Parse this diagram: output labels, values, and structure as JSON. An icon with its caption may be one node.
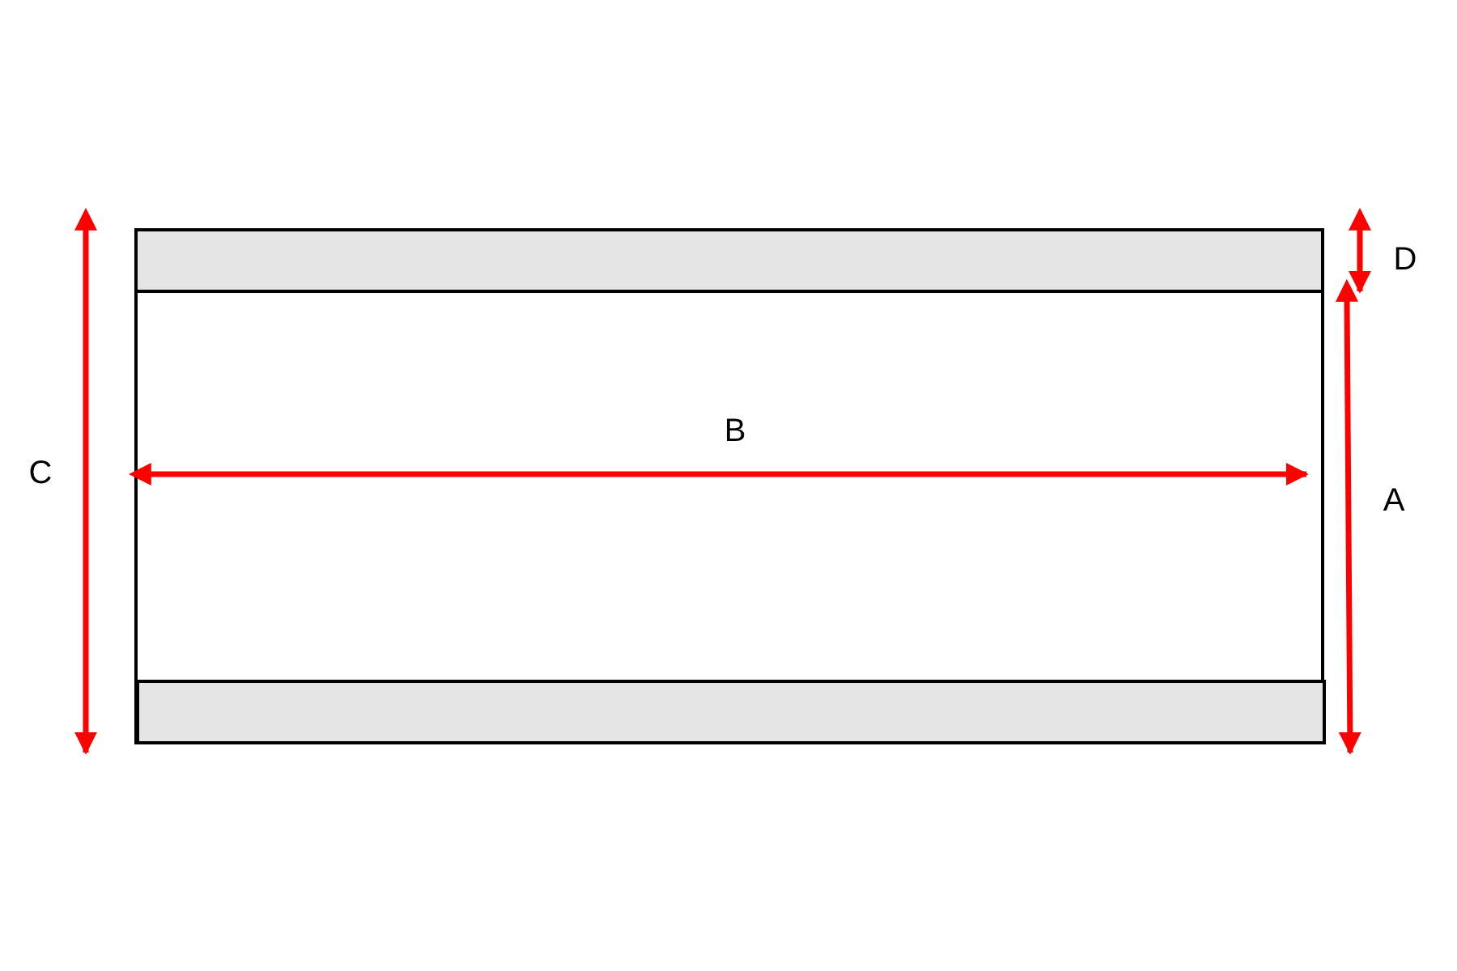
{
  "diagram": {
    "labels": [
      "D",
      "B",
      "C",
      "A"
    ]
  }
}
